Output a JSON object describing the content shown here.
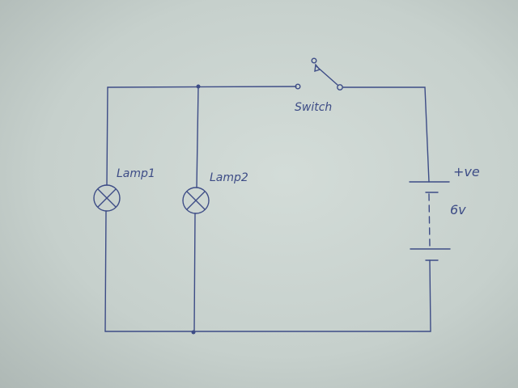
{
  "diagram": {
    "type": "circuit",
    "labels": {
      "lamp1": "Lamp1",
      "lamp2": "Lamp2",
      "switch": "Switch",
      "battery_polarity": "+ve",
      "battery_voltage": "6v"
    },
    "ink_color": "#3d4c86"
  }
}
